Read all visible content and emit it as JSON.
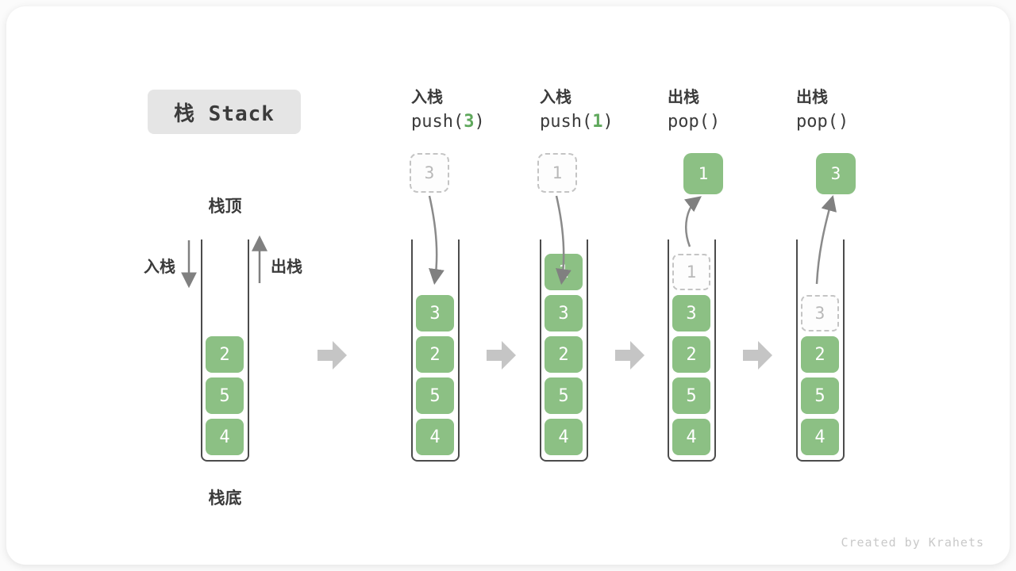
{
  "title": "栈 Stack",
  "watermark": "Created by Krahets",
  "legend": {
    "stack_top": "栈顶",
    "stack_bottom": "栈底",
    "push_side": "入栈",
    "pop_side": "出栈"
  },
  "colors": {
    "element_green": "#8cc084",
    "code_arg_green": "#5fa85c",
    "thin_arrow_gray": "#808080",
    "block_arrow_gray": "#c5c5c5",
    "ghost_gray": "#b8b8b8",
    "title_box_bg": "#e5e5e5",
    "text_dark": "#3b3b3b",
    "container_border": "#4c4c4c"
  },
  "stages": [
    {
      "items": [
        "2",
        "5",
        "4"
      ]
    },
    {
      "op_cn": "入栈",
      "code_fn": "push(",
      "code_arg": "3",
      "code_close": ")",
      "incoming_value": "3",
      "items": [
        "3",
        "2",
        "5",
        "4"
      ]
    },
    {
      "op_cn": "入栈",
      "code_fn": "push(",
      "code_arg": "1",
      "code_close": ")",
      "incoming_value": "1",
      "items": [
        "1",
        "3",
        "2",
        "5",
        "4"
      ]
    },
    {
      "op_cn": "出栈",
      "code": "pop()",
      "popped_value": "1",
      "ghost_value": "1",
      "items": [
        "3",
        "2",
        "5",
        "4"
      ]
    },
    {
      "op_cn": "出栈",
      "code": "pop()",
      "popped_value": "3",
      "ghost_value": "3",
      "items": [
        "2",
        "5",
        "4"
      ]
    }
  ]
}
